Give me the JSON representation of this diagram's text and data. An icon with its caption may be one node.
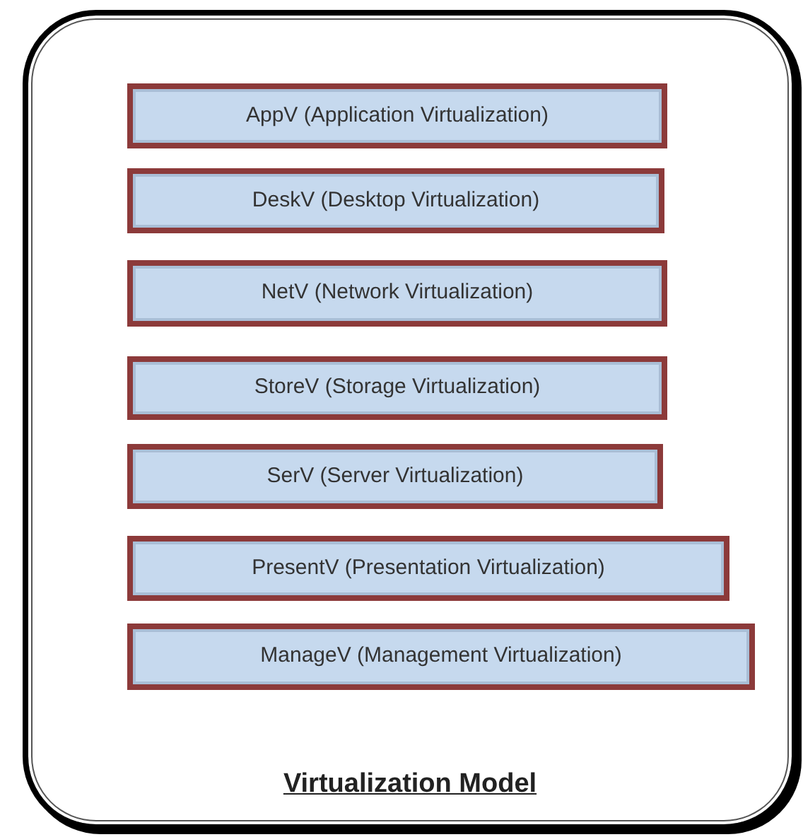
{
  "diagram": {
    "nodes": [
      {
        "text": [
          "Virtualization Model"
        ]
      },
      {
        "text": [
          "AppV (Application Virtualization)"
        ],
        "in": 0
      },
      {
        "text": [
          "DeskV (Desktop Virtualization)"
        ],
        "in": 0
      },
      {
        "text": [
          "NetV (Network Virtualization)"
        ],
        "in": 0
      },
      {
        "text": [
          "StoreV (Storage Virtualization)"
        ],
        "in": 0
      },
      {
        "text": [
          "SerV (Server Virtualization)"
        ],
        "in": 0
      },
      {
        "text": [
          "PresentV (Presentation Virtualization)"
        ],
        "in": 0
      },
      {
        "text": [
          "ManageV (Management Virtualization)"
        ],
        "in": 0
      }
    ]
  }
}
